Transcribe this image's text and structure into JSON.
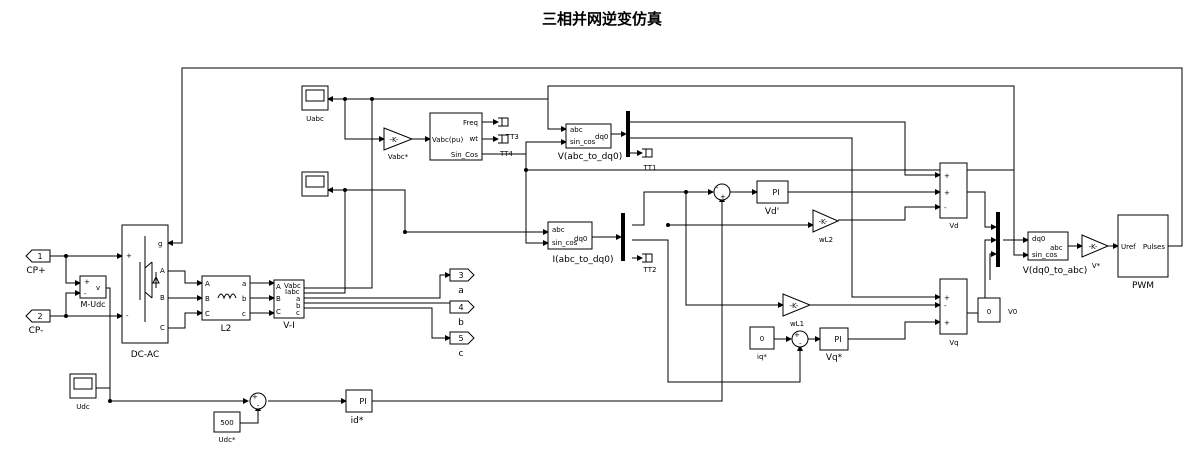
{
  "title": "三相并网逆变仿真",
  "blocks": {
    "uabc_scope": "Uabc",
    "udc_scope": "Udc",
    "m_udc": "M-Udc",
    "m_udc_plus": "+",
    "m_udc_minus": "-",
    "m_udc_v": "v",
    "dcac": "DC-AC",
    "dcac_g": "g",
    "dcac_plus": "+",
    "dcac_minus": "-",
    "l2": "L2",
    "vi": "V-I",
    "vabc_gain": "Vabc*",
    "gain_k": "-K-",
    "pll_vabc": "Vabc(pu)",
    "pll_freq": "Freq",
    "pll_wt": "wt",
    "pll_sincos": "Sin_Cos",
    "tt3": "TT3",
    "tt4": "TT4",
    "tt1": "TT1",
    "tt2": "TT2",
    "v_abc_dq0": "V(abc_to_dq0)",
    "i_abc_dq0": "I(abc_to_dq0)",
    "abc": "abc",
    "sin_cos": "sin_cos",
    "dq0": "dq0",
    "pi": "PI",
    "vd_prime": "Vd'",
    "wl2": "wL2",
    "wl1": "wL1",
    "vd": "Vd",
    "vq": "Vq",
    "vq_star": "Vq*",
    "iq_star": "iq*",
    "iq_value": "0",
    "v0": "V0",
    "v0_value": "0",
    "v_dq0_abc": "V(dq0_to_abc)",
    "v_star": "V*",
    "pwm": "PWM",
    "pwm_uref": "Uref",
    "pwm_pulses": "Pulses",
    "id_star": "id*",
    "udc_star": "Udc*",
    "udc_value": "500",
    "port1_num": "1",
    "port1": "CP+",
    "port2_num": "2",
    "port2": "CP-",
    "port3_num": "3",
    "port3": "a",
    "port4_num": "4",
    "port4": "b",
    "port5_num": "5",
    "port5": "c",
    "A": "A",
    "B": "B",
    "C": "C",
    "a": "a",
    "b": "b",
    "c": "c",
    "Vabc": "Vabc",
    "Iabc": "Iabc",
    "plus": "+",
    "minus": "-"
  }
}
